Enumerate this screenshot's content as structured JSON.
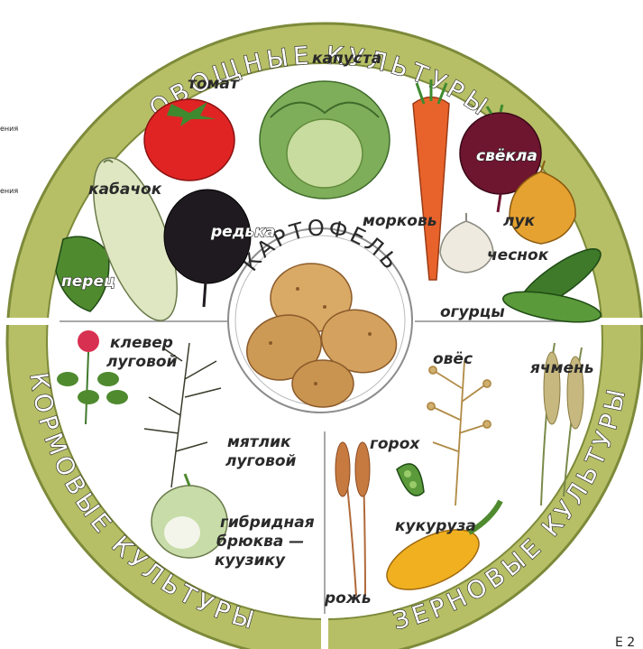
{
  "sectors": {
    "vegetables": "ОВОЩНЫЕ КУЛЬТУРЫ",
    "fodder": "КОРМОВЫЕ КУЛЬТУРЫ",
    "grain": "ЗЕРНОВЫЕ КУЛЬТУРЫ"
  },
  "center": {
    "title": "КАРТОФЕЛЬ"
  },
  "vegetables": {
    "tomato": "томат",
    "cabbage": "капуста",
    "zucchini": "кабачок",
    "radish": "редька",
    "carrot": "морковь",
    "beet": "свёкла",
    "onion": "лук",
    "garlic": "чеснок",
    "pepper": "перец",
    "cucumbers": "огурцы"
  },
  "fodder": {
    "clover_1": "клевер",
    "clover_2": "луговой",
    "bluegrass_1": "мятлик",
    "bluegrass_2": "луговой",
    "rutabaga_1": "гибридная",
    "rutabaga_2": "брюква —",
    "rutabaga_3": "куузику"
  },
  "grain": {
    "oats": "овёс",
    "barley": "ячмень",
    "pea": "горох",
    "corn": "кукуруза",
    "rye": "рожь"
  },
  "fragments": {
    "left_top": "ения",
    "left_bottom": "ения",
    "bottom_right": "E 2"
  },
  "colors": {
    "ring_green": "#b7bf66",
    "ring_dark": "#7d8a3a",
    "divider": "#8c8c8c",
    "potato": "#d2a05c"
  },
  "icons": [
    "tomato-icon",
    "cabbage-icon",
    "carrot-icon",
    "beet-icon",
    "onion-icon",
    "garlic-icon",
    "cucumber-icon",
    "pepper-icon",
    "zucchini-icon",
    "radish-icon",
    "potato-icon",
    "clover-icon",
    "bluegrass-icon",
    "rutabaga-icon",
    "oats-icon",
    "barley-icon",
    "pea-icon",
    "corn-icon",
    "rye-icon"
  ]
}
